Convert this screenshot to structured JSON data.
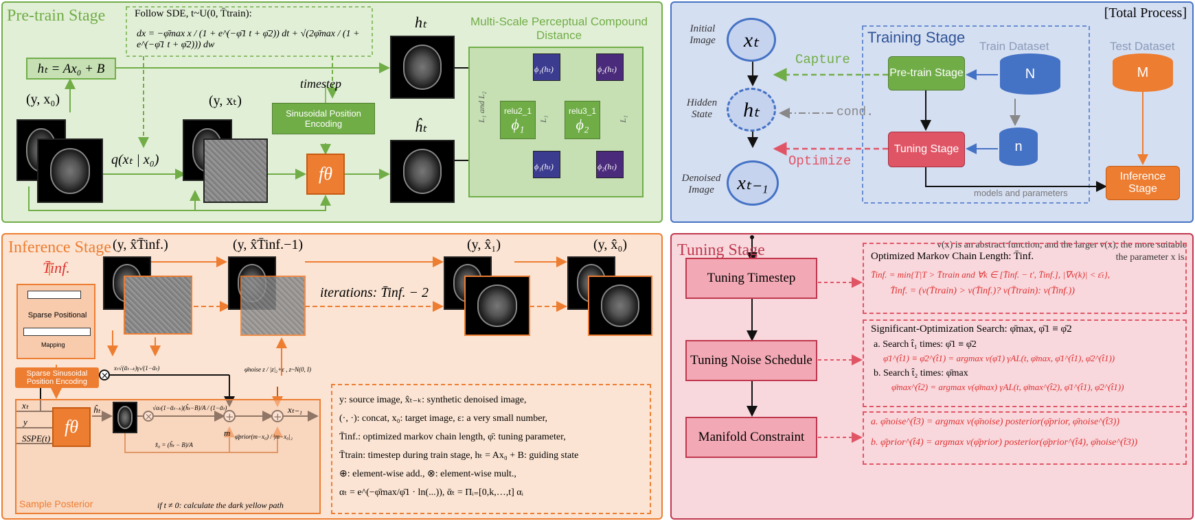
{
  "pretrain": {
    "title": "Pre-train Stage",
    "sde_title": "Follow SDE, t~U(0, T̄train):",
    "sde_formula": "dx = −φ̄max x / (1 + e^(−φ̄1 t + φ̄2)) dt + √(2φ̄max / (1 + e^(−φ̄1 t + φ̄2))) dw",
    "ht_box": "hₜ = Ax₀ + B",
    "y_x0": "(y, x₀)",
    "y_xt": "(y, xₜ)",
    "q_label": "q(xₜ | x₀)",
    "ht_label": "hₜ",
    "ht_hat_label": "ĥₜ",
    "timestep": "timestep",
    "spe_box": "Sinusoidal Position Encoding",
    "f_theta": "fθ",
    "msp_title": "Multi-Scale Perceptual Compound Distance",
    "relu2": "relu2_1",
    "phi1": "ϕ₁",
    "relu3": "relu3_1",
    "phi2": "ϕ₂",
    "phi1_ht": "ϕ₁(hₜ)",
    "phi2_ht": "ϕ₂(hₜ)",
    "l1_l2": "L₁ and L₂",
    "l1": "L₁"
  },
  "total": {
    "title": "[Total Process]",
    "initial_image": "Initial Image",
    "hidden_state": "Hidden State",
    "denoised_image": "Denoised Image",
    "xt": "xₜ",
    "ht": "hₜ",
    "xt1": "xₜ₋₁",
    "capture": "Capture",
    "cond": "cond.",
    "optimize": "Optimize",
    "training_stage": "Training Stage",
    "train_dataset": "Train Dataset",
    "test_dataset": "Test Dataset",
    "pretrain_stage": "Pre-train Stage",
    "tuning_stage": "Tuning Stage",
    "inference_stage": "Inference Stage",
    "N": "N",
    "n": "n",
    "M": "M",
    "models_params": "models and parameters"
  },
  "inference": {
    "title": "Inference Stage",
    "T_inf": "T̄inf.",
    "sparse_positional": "Sparse Positional",
    "mapping": "Mapping",
    "sspe_box": "Sparse Sinusoidal Position Encoding",
    "y_xT": "(y, x̂T̄inf.)",
    "y_xT1": "(y, x̂T̄inf.−1)",
    "y_x1": "(y, x̂₁)",
    "y_x0": "(y, x̂₀)",
    "iterations": "iterations: T̄inf. − 2",
    "sample_posterior": "Sample Posterior",
    "if_note": "if t ≠ 0: calculate the dark yellow path",
    "xt": "xₜ",
    "y": "y",
    "sspe_t": "SSPE(t)",
    "f_theta": "fθ",
    "ht_hat": "ĥₜ",
    "m": "m",
    "xt_minus": "xₜ₋₁",
    "coef_top": "xₜ√(ᾱₜ₋ₖ)γₜ/(1−ᾱₜ)",
    "coef_mid": "√αₜ(1−ᾱₜ₋ₖ)(ĥₜ−B)/A / (1−ᾱₜ)",
    "x0_hat": "x̂₀ = (ĥₜ − B)/A",
    "noise_term": "φ̄noise z / |z|₂+ε , z~N(0, I)",
    "prior_term": "φ̄prior(m−x₀) / |m−x₀|₂",
    "legend": [
      "y: source image,      x̂ₜ₋ₖ: synthetic denoised image,",
      "(·, ·): concat,      x₀: target image,      ε: a very small number,",
      "T̄inf.: optimized markov chain length,   φ̄: tuning parameter,",
      "T̄train: timestep during train stage,   hₜ = Ax₀ + B: guiding state",
      "⊕: element-wise add.,            ⊗: element-wise mult.,",
      "αₜ = e^(−φ̄max/φ̄1 · ln(...)),      ᾱₜ = Πᵢ₌[0,k,…,t] αᵢ"
    ]
  },
  "tuning": {
    "title": "Tuning Stage",
    "note_l1": "v(x) is an abstract function, and the larger v(x), the more suitable",
    "note_l2": "the parameter x is.",
    "box1": "Tuning Timestep",
    "box2": "Tuning Noise Schedule",
    "box3": "Manifold Constraint",
    "sec1_title": "Optimized Markov Chain Length:  T̄inf.",
    "sec1_eq1": "T̄inf. = min{T|T > T̄train and ∀k ∈ [T̄inf. − t′, T̄inf.], |∇v(k)| < ε̄ₜ},",
    "sec1_eq2": "T̄inf. = (v(T̄train) > v(T̄inf.)? v(T̄train): v(T̄inf.))",
    "sec2_title": "Significant-Optimization Search: φ̄max, φ̄1 ≡ φ̄2",
    "sec2_a": "a. Search t̂₁ times: φ̄1 ≡ φ̄2",
    "sec2_a_eq": "φ̄1^(t̂1) ≡ φ̄2^(t̂1) = argmax v(φ̄1) γAL(t, φ̄max, φ̄1^(t̂1), φ̄2^(t̂1))",
    "sec2_b": "b. Search t̂₂ times: φ̄max",
    "sec2_b_eq": "φ̄max^(t̂2) = argmax v(φ̄max) γAL(t, φ̄max^(t̂2), φ̄1^(t̂1), φ̄2^(t̂1))",
    "sec3_a": "a. φ̄noise^(t̂3) = argmax v(φ̄noise) posterior(φ̄prior, φ̄noise^(t̂3))",
    "sec3_b": "b. φ̄prior^(t̂4) = argmax v(φ̄prior) posterior(φ̄prior^(t̂4), φ̄noise^(t̂3))"
  }
}
